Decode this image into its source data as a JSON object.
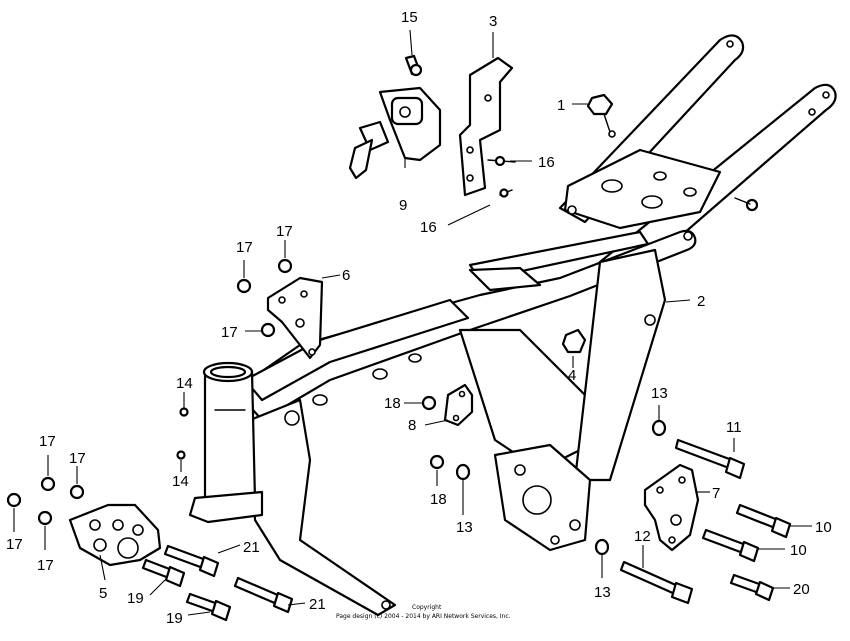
{
  "callouts": {
    "c1": "1",
    "c2": "2",
    "c3": "3",
    "c4": "4",
    "c5": "5",
    "c6": "6",
    "c7": "7",
    "c8": "8",
    "c9": "9",
    "c10a": "10",
    "c10b": "10",
    "c11": "11",
    "c12": "12",
    "c13a": "13",
    "c13b": "13",
    "c13c": "13",
    "c14a": "14",
    "c14b": "14",
    "c15": "15",
    "c16a": "16",
    "c16b": "16",
    "c17a": "17",
    "c17b": "17",
    "c17c": "17",
    "c17d": "17",
    "c17e": "17",
    "c17f": "17",
    "c17g": "17",
    "c18a": "18",
    "c18b": "18",
    "c19a": "19",
    "c19b": "19",
    "c20": "20",
    "c21a": "21",
    "c21b": "21"
  },
  "copyright": {
    "line1": "Copyright",
    "line2": "Page design (c) 2004 - 2014 by ARI Network Services, Inc."
  }
}
